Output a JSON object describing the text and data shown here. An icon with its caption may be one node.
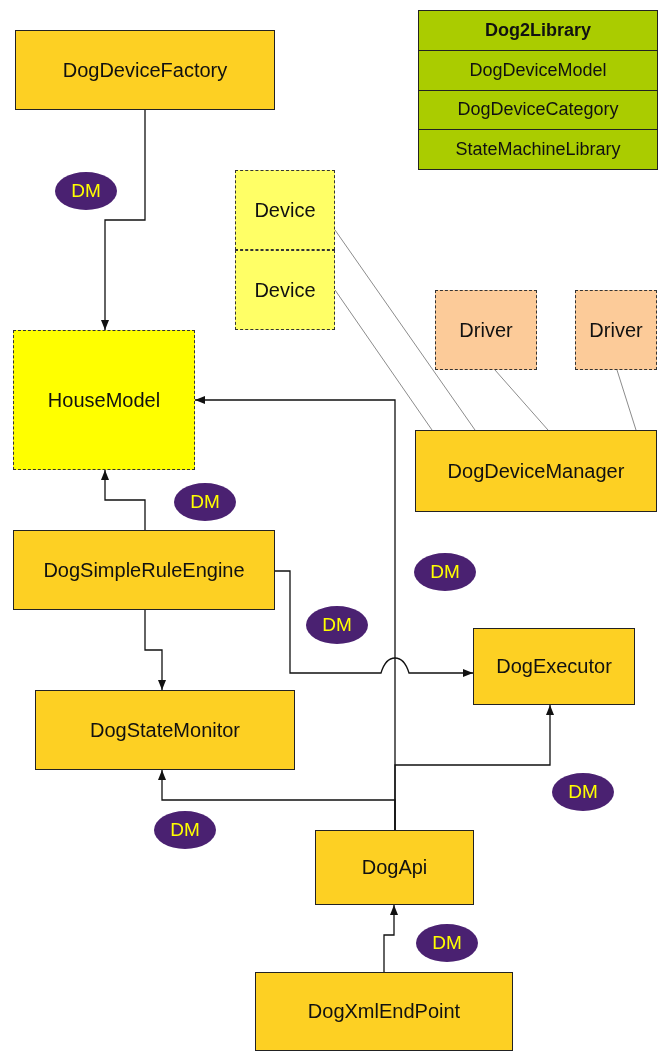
{
  "diagram": {
    "nodes": [
      {
        "text": [
          "DogDeviceFactory"
        ]
      },
      {
        "text": [
          "HouseModel"
        ]
      },
      {
        "text": [
          "Dog2Library",
          "DogDeviceModel",
          "DogDeviceCategory",
          "StateMachineLibrary"
        ]
      },
      {
        "text": [
          "Device"
        ]
      },
      {
        "text": [
          "Device"
        ]
      },
      {
        "text": [
          "Driver"
        ]
      },
      {
        "text": [
          "Driver"
        ]
      },
      {
        "text": [
          "DogDeviceManager"
        ]
      },
      {
        "text": [
          "DogSimpleRuleEngine"
        ]
      },
      {
        "text": [
          "DogStateMonitor"
        ]
      },
      {
        "text": [
          "DogExecutor"
        ]
      },
      {
        "text": [
          "DogApi"
        ]
      },
      {
        "text": [
          "DogXmlEndPoint"
        ]
      },
      {
        "text": [
          "DM"
        ]
      },
      {
        "text": [
          "DM"
        ]
      },
      {
        "text": [
          "DM"
        ]
      },
      {
        "text": [
          "DM"
        ]
      },
      {
        "text": [
          "DM"
        ]
      },
      {
        "text": [
          "DM"
        ]
      },
      {
        "text": [
          "DM"
        ]
      }
    ],
    "edges": [
      {
        "from": 0,
        "to": 1,
        "arrow": "to"
      },
      {
        "from": 8,
        "to": 1,
        "arrow": "to"
      },
      {
        "from": 8,
        "to": 9,
        "arrow": "to"
      },
      {
        "from": 8,
        "to": 10,
        "arrow": "to"
      },
      {
        "from": 11,
        "to": 1,
        "arrow": "to"
      },
      {
        "from": 11,
        "to": 9,
        "arrow": "to"
      },
      {
        "from": 11,
        "to": 10,
        "arrow": "to"
      },
      {
        "from": 12,
        "to": 11,
        "arrow": "to"
      },
      {
        "from": 3,
        "to": 7,
        "arrow": "none",
        "color": "#8c8c8c"
      },
      {
        "from": 4,
        "to": 7,
        "arrow": "none",
        "color": "#8c8c8c"
      },
      {
        "from": 5,
        "to": 7,
        "arrow": "none",
        "color": "#8c8c8c"
      },
      {
        "from": 6,
        "to": 7,
        "arrow": "none",
        "color": "#8c8c8c"
      }
    ]
  }
}
